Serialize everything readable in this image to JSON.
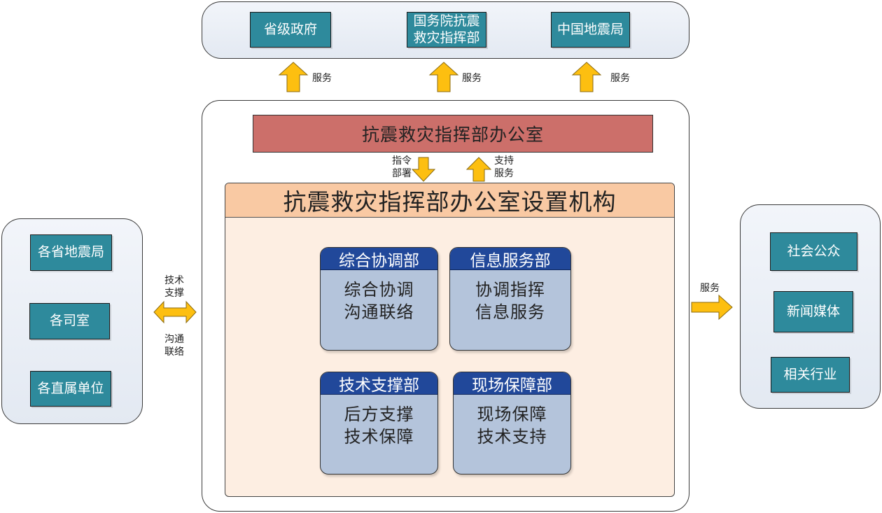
{
  "top_group": {
    "boxes": [
      "省级政府",
      "国务院抗震\n救灾指挥部",
      "中国地震局"
    ],
    "service_label": "服务"
  },
  "office": {
    "title": "抗震救灾指挥部办公室",
    "down_label": "指令\n部署",
    "up_label": "支持\n服务"
  },
  "org": {
    "title": "抗震救灾指挥部办公室设置机构",
    "departments": [
      {
        "name": "综合协调部",
        "lines": [
          "综合协调",
          "沟通联络"
        ]
      },
      {
        "name": "信息服务部",
        "lines": [
          "协调指挥",
          "信息服务"
        ]
      },
      {
        "name": "技术支撑部",
        "lines": [
          "后方支撑",
          "技术保障"
        ]
      },
      {
        "name": "现场保障部",
        "lines": [
          "现场保障",
          "技术支持"
        ]
      }
    ]
  },
  "left_group": {
    "boxes": [
      "各省地震局",
      "各司室",
      "各直属单位"
    ],
    "label_top": "技术\n支撑",
    "label_bottom": "沟通\n联络"
  },
  "right_group": {
    "boxes": [
      "社会公众",
      "新闻媒体",
      "相关行业"
    ],
    "service_label": "服务"
  },
  "colors": {
    "teal_box": "#2e8a9c",
    "office_bar": "#cc6f6a",
    "org_header": "#f9c9a3",
    "org_body": "#fdeee2",
    "dept_head": "#21489a",
    "dept_body": "#b4c4db",
    "arrow_fill": "#fdbf10"
  }
}
